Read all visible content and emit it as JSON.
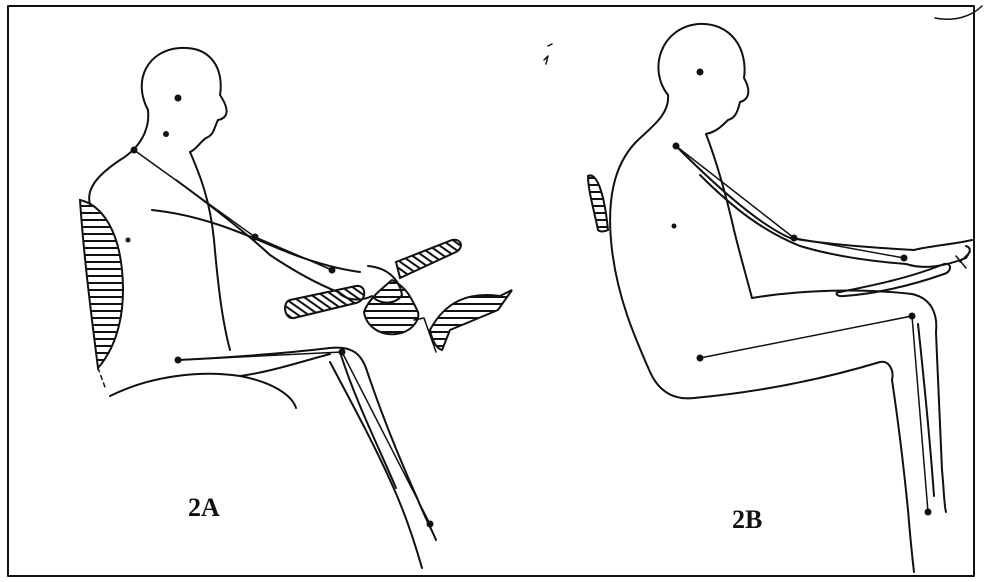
{
  "figure": {
    "panels": [
      {
        "id": "2A",
        "label": "2A"
      },
      {
        "id": "2B",
        "label": "2B"
      }
    ]
  }
}
